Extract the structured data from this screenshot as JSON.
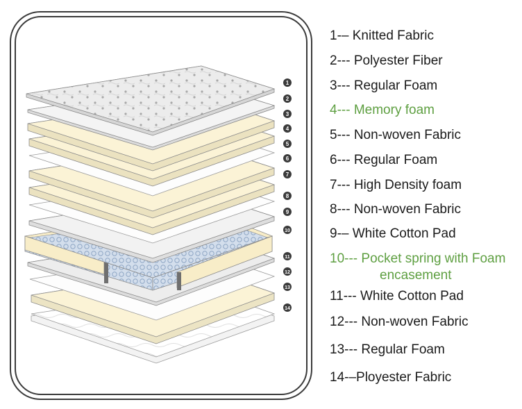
{
  "legend": {
    "items": [
      {
        "text": "1-– Knitted Fabric",
        "highlight": false
      },
      {
        "text": "2--- Polyester Fiber",
        "highlight": false
      },
      {
        "text": "3--- Regular Foam",
        "highlight": false
      },
      {
        "text": "4--- Memory foam",
        "highlight": true
      },
      {
        "text": "5--- Non-woven Fabric",
        "highlight": false
      },
      {
        "text": "6---  Regular Foam",
        "highlight": false
      },
      {
        "text": "7--- High Density foam",
        "highlight": false
      },
      {
        "text": "8--- Non-woven Fabric",
        "highlight": false
      },
      {
        "text": "9-– White Cotton Pad",
        "highlight": false
      },
      {
        "text": "10--- Pocket spring with Foam",
        "highlight": true
      },
      {
        "text": "11--- White Cotton Pad",
        "highlight": false
      },
      {
        "text": "12--- Non-woven Fabric",
        "highlight": false
      },
      {
        "text": "13--- Regular Foam",
        "highlight": false
      },
      {
        "text": "14-–Ployester Fabric",
        "highlight": false
      }
    ],
    "item10_continuation": "encasement"
  },
  "badges": [
    "1",
    "2",
    "3",
    "4",
    "5",
    "6",
    "7",
    "8",
    "9",
    "10",
    "11",
    "12",
    "13",
    "14"
  ],
  "colors": {
    "frame": "#3a3a3a",
    "highlight_text": "#5e9f41",
    "badge_fill": "#3b3b3b",
    "foam": "#fbf3d6",
    "white_layer": "#fdfdfd",
    "gray_layer": "#ededed",
    "spring": "#c9d6e8"
  }
}
